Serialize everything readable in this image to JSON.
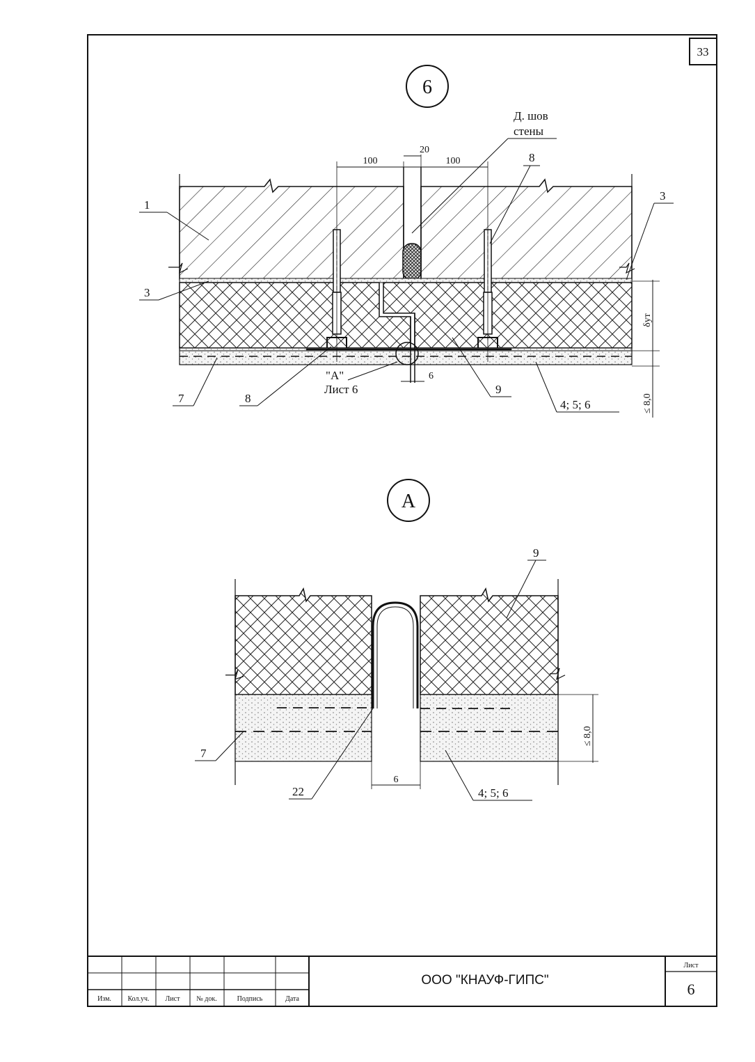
{
  "sheet_corner_number": "33",
  "detail_6": {
    "marker": "6",
    "joint_label_line1": "Д. шов",
    "joint_label_line2": "стены",
    "dim_left": "100",
    "dim_gap": "20",
    "dim_right": "100",
    "dim_bottom_gap": "6",
    "dim_thickness": "δут",
    "dim_render": "≤ 8,0",
    "callout_ref_line1": "\"А\"",
    "callout_ref_line2": "Лист 6",
    "labels": {
      "l1": "1",
      "l3_left": "3",
      "l3_right": "3",
      "l7": "7",
      "l8_top": "8",
      "l8_bottom": "8",
      "l9": "9",
      "l456": "4; 5; 6"
    }
  },
  "detail_a": {
    "marker": "А",
    "dim_gap": "6",
    "dim_render": "≤ 8,0",
    "labels": {
      "l9": "9",
      "l7": "7",
      "l22": "22",
      "l456": "4; 5; 6"
    }
  },
  "title_block": {
    "company": "ООО \"КНАУФ-ГИПС\"",
    "sheet_label": "Лист",
    "sheet_number": "6",
    "headers": [
      "Изм.",
      "Кол.уч.",
      "Лист",
      "№ док.",
      "Подпись",
      "Дата"
    ]
  }
}
